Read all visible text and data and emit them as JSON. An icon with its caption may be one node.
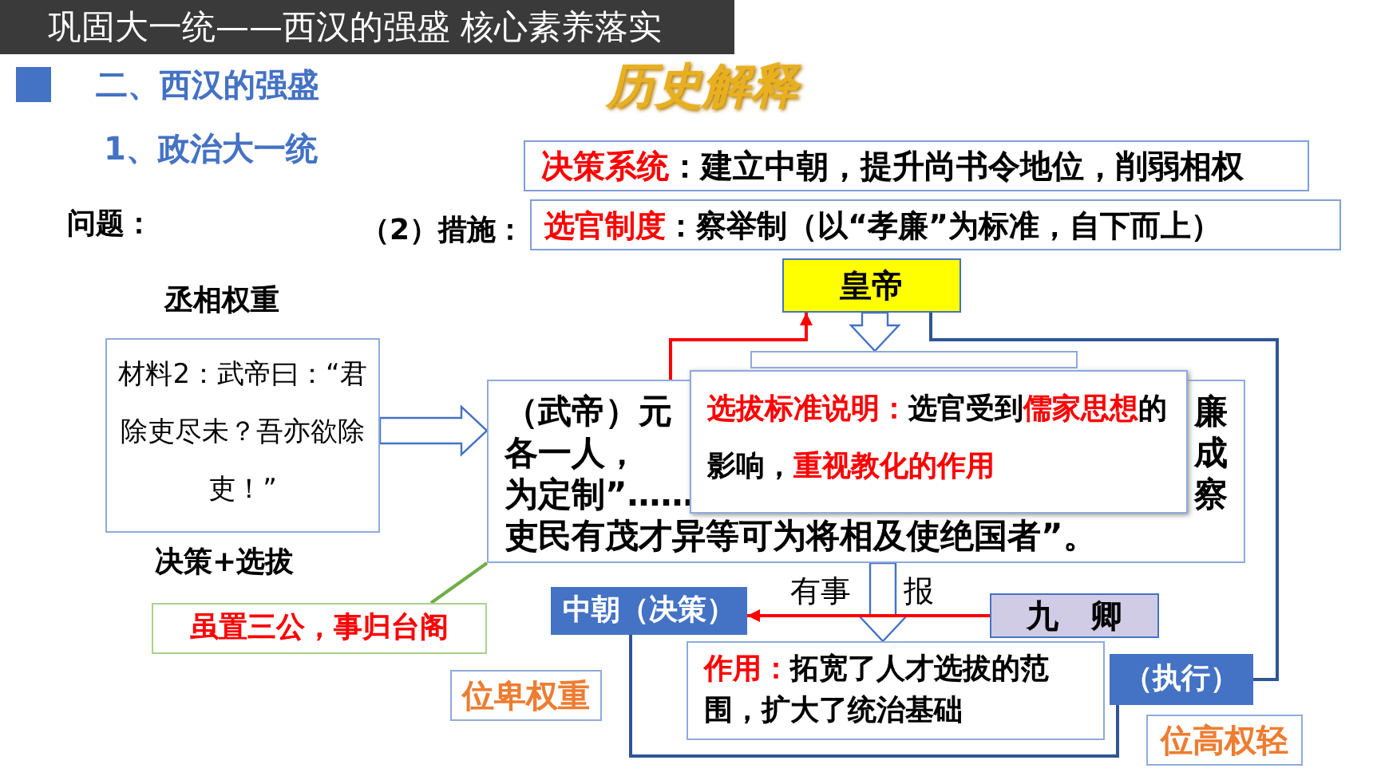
{
  "diagram": {
    "title": "巩固大一统——西汉的强盛 核心素养落实",
    "nodes": [
      {
        "text": [
          "决策系统",
          "：建立中朝，提升尚书令地位，削弱相权"
        ]
      },
      {
        "text": [
          "选官制度",
          "：察举制（以“孝廉”为标准，自下而上）"
        ]
      },
      {
        "text": [
          "皇帝"
        ]
      },
      {
        "text": [
          "材料2：武帝曰：“君除吏尽未？吾亦欲除吏！”"
        ]
      },
      {
        "text": [
          "（武帝）元",
          "廉",
          "各一人，",
          "成",
          "为定制”……",
          "察",
          "吏民有茂才异等可为将相及使绝国者”。"
        ]
      },
      {
        "text": [],
        "shape": "box"
      },
      {
        "text": [
          "选拔标准说明：",
          "选官受到",
          "儒家思想",
          "的影响，",
          "重视教化的作用"
        ]
      },
      {
        "text": [
          "中朝（决策）"
        ]
      },
      {
        "text": [
          "九　卿"
        ]
      },
      {
        "text": [
          "（执行）"
        ]
      },
      {
        "text": [
          "作用：",
          "拓宽了人才选拔的范围，扩大了统治基础"
        ]
      },
      {
        "text": [
          "虽置三公，事归台阁"
        ]
      },
      {
        "text": [
          "位卑权重"
        ]
      },
      {
        "text": [
          "位高权轻"
        ]
      }
    ],
    "edges": [
      {
        "from": 3,
        "to": 4,
        "arrow": "to",
        "style": "thick"
      },
      {
        "from": 4,
        "to": 2,
        "arrow": "to",
        "color": "#ff0000"
      },
      {
        "from": 2,
        "to": 9,
        "arrow": "none",
        "color": "#2f5597"
      },
      {
        "from": 2,
        "to": 5,
        "arrow": "to",
        "style": "thick"
      },
      {
        "from": 4,
        "to": 10,
        "arrow": "to",
        "style": "thick"
      },
      {
        "from": 8,
        "to": 7,
        "arrow": "to",
        "color": "#ff0000"
      },
      {
        "from": 7,
        "to": 9,
        "arrow": "none",
        "color": "#2f5597"
      },
      {
        "from": 11,
        "to": 4,
        "arrow": "none",
        "color": "#70ad47"
      }
    ],
    "labels": [
      "二、西汉的强盛",
      "1、政治大一统",
      "历史解释",
      "问题：",
      "（2）措施：",
      "丞相权重",
      "决策+选拔",
      "有事",
      "报"
    ]
  }
}
